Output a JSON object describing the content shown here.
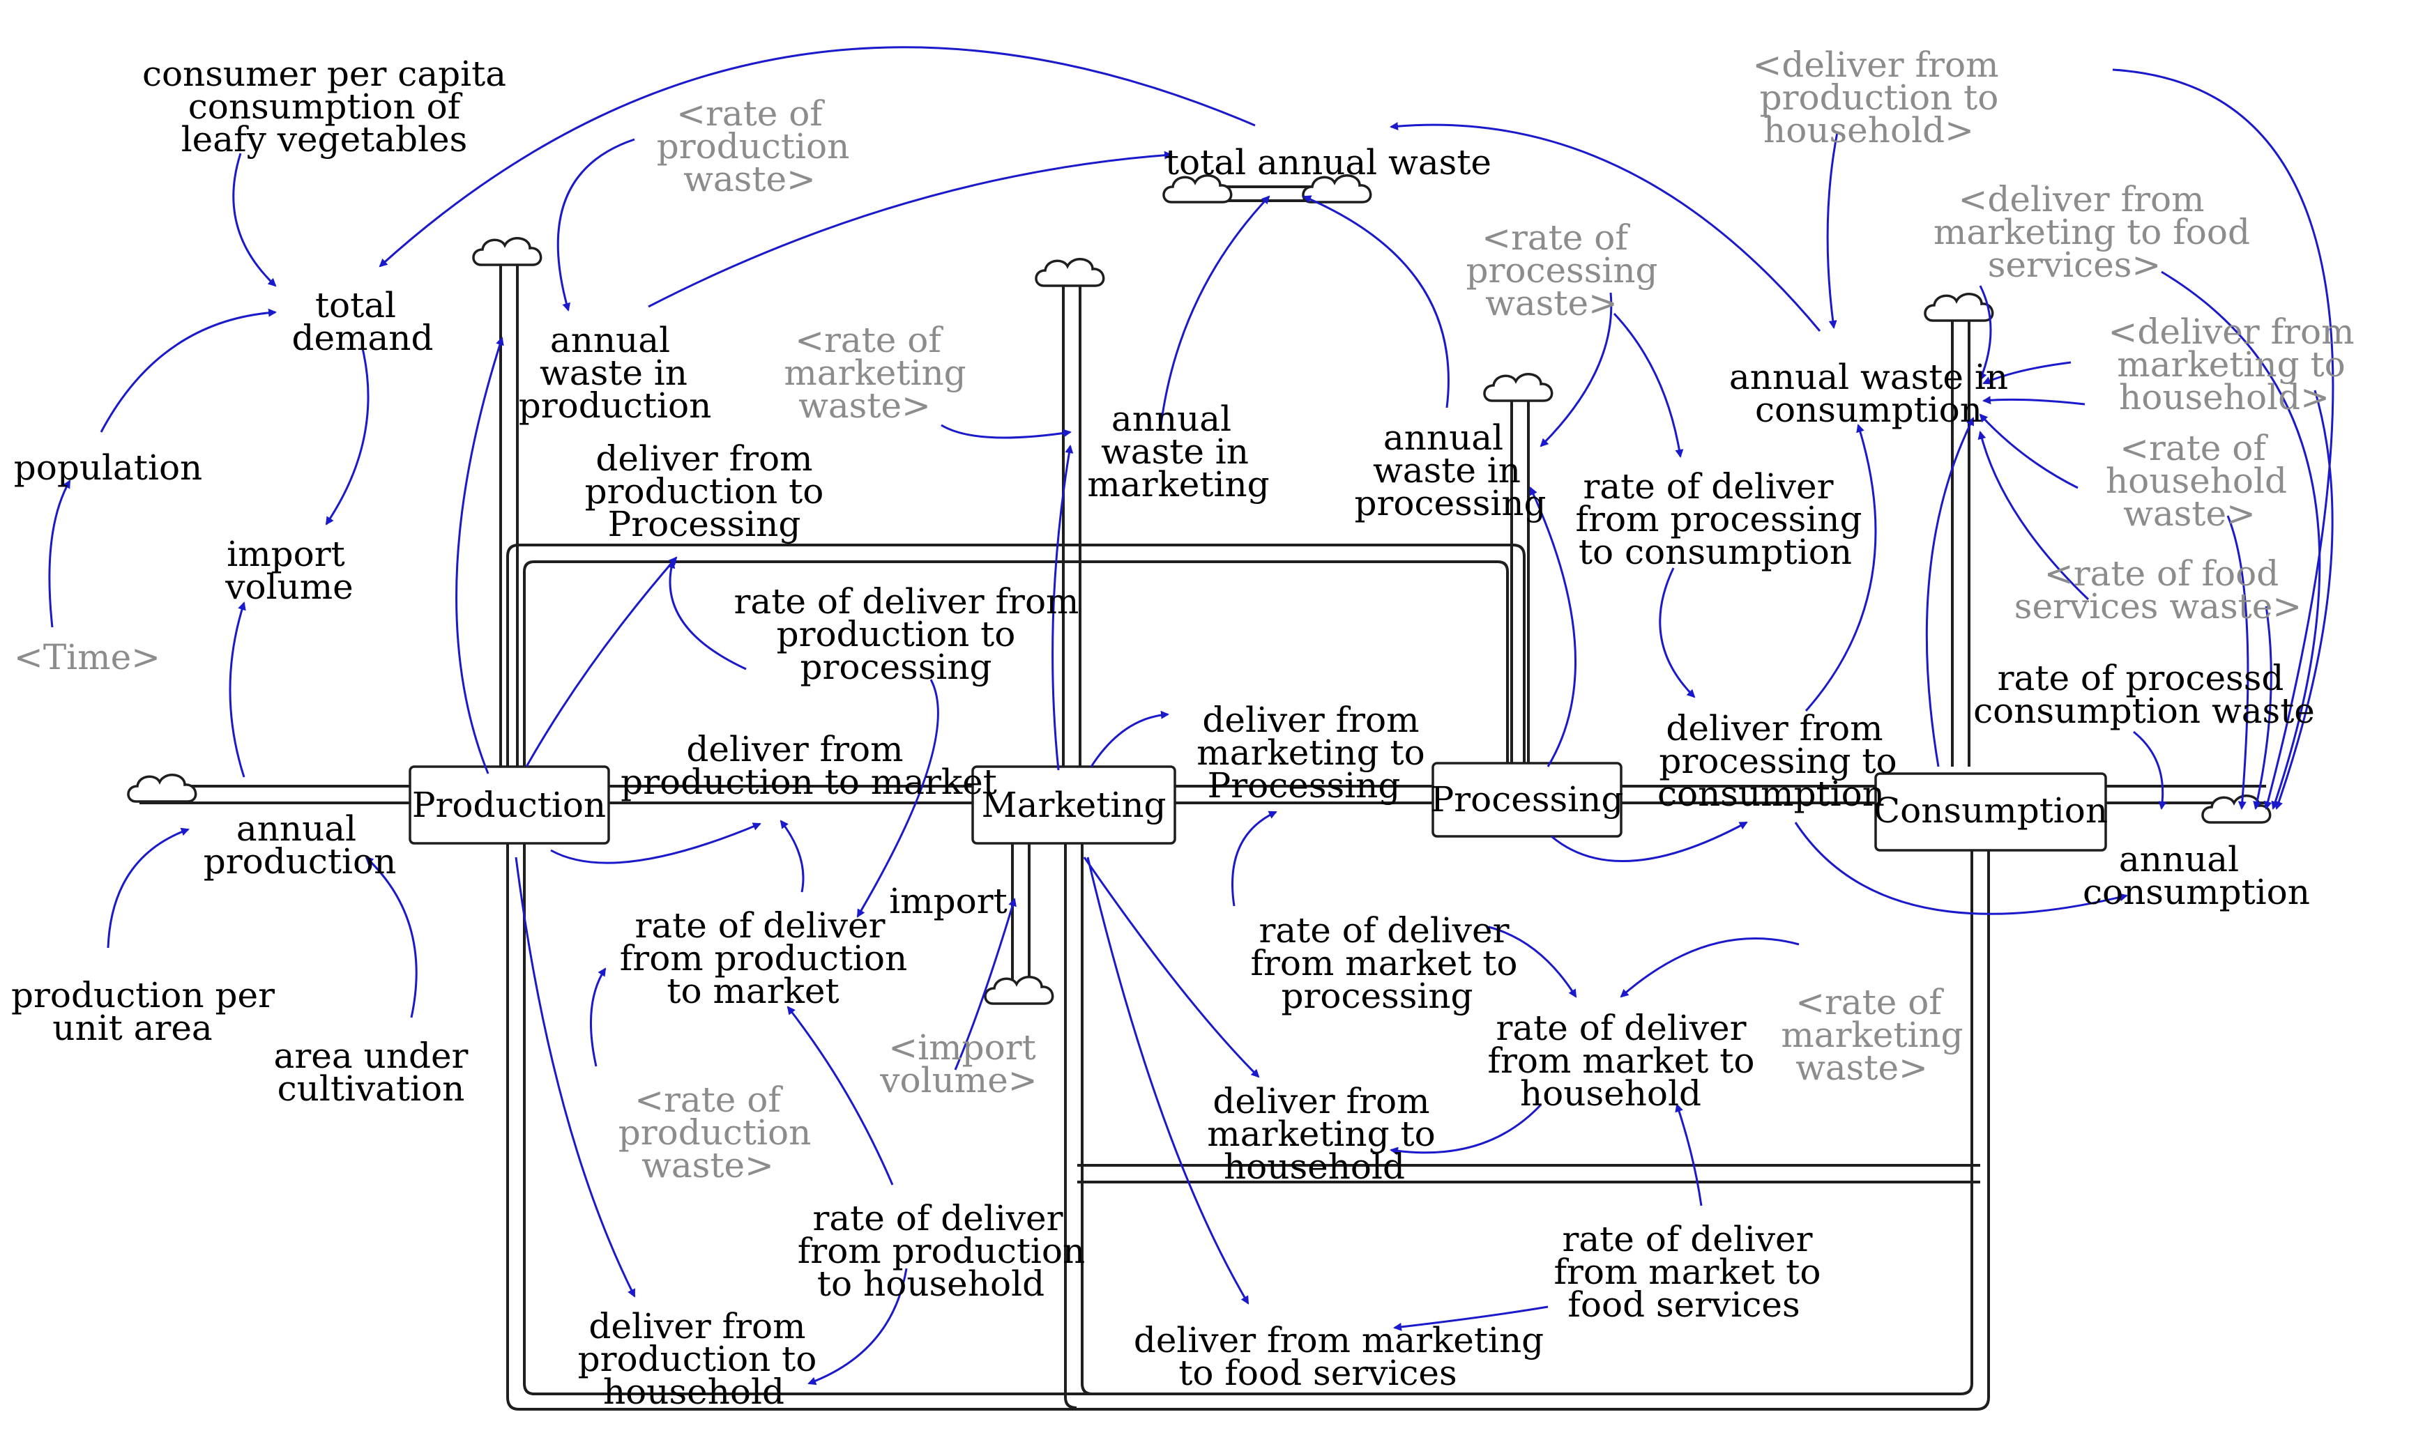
{
  "colors": {
    "link": "#1a1acc",
    "text": "#000000",
    "shadow_text": "#8c8c8c",
    "pipe": "#1e1e1e",
    "background": "#ffffff"
  },
  "stocks": {
    "production": "Production",
    "marketing": "Marketing",
    "processing": "Processing",
    "consumption": "Consumption"
  },
  "variables": {
    "consumer_per_capita": [
      "consumer per capita",
      "consumption of",
      "leafy vegetables"
    ],
    "total_demand": [
      "total",
      "demand"
    ],
    "population": [
      "population"
    ],
    "import_volume": [
      "import",
      "volume"
    ],
    "annual_production": [
      "annual",
      "production"
    ],
    "production_per_unit_area": [
      "production per",
      "unit area"
    ],
    "area_under_cultivation": [
      "area under",
      "cultivation"
    ],
    "total_annual_waste": [
      "total annual waste"
    ],
    "annual_waste_in_production": [
      "annual",
      "waste in",
      "production"
    ],
    "annual_waste_in_marketing": [
      "annual",
      "waste in",
      "marketing"
    ],
    "annual_waste_in_processing": [
      "annual",
      "waste in",
      "processing"
    ],
    "annual_waste_in_consumption": [
      "annual waste in",
      "consumption"
    ],
    "deliver_from_production_to_processing": [
      "deliver from",
      "production to",
      "Processing"
    ],
    "rate_of_deliver_from_production_to_processing": [
      "rate of deliver from",
      "production to",
      "processing"
    ],
    "deliver_from_production_to_market": [
      "deliver from",
      "production to market"
    ],
    "deliver_from_marketing_to_processing": [
      "deliver from",
      "marketing to",
      "Processing"
    ],
    "rate_of_deliver_from_processing_to_consumption": [
      "rate of deliver",
      "from processing",
      "to consumption"
    ],
    "deliver_from_processing_to_consumption": [
      "deliver from",
      "processing to",
      "consumption"
    ],
    "rate_of_processd_consumption_waste": [
      "rate of processd",
      "consumption waste"
    ],
    "annual_consumption": [
      "annual",
      "consumption"
    ],
    "import": [
      "import"
    ],
    "rate_of_deliver_from_production_to_market": [
      "rate of deliver",
      "from production",
      "to market"
    ],
    "rate_of_deliver_from_market_to_processing": [
      "rate of deliver",
      "from market to",
      "processing"
    ],
    "rate_of_deliver_from_market_to_household": [
      "rate of deliver",
      "from market to",
      "household"
    ],
    "deliver_from_marketing_to_household": [
      "deliver from",
      "marketing to",
      "household"
    ],
    "rate_of_deliver_from_production_to_household": [
      "rate of deliver",
      "from production",
      "to household"
    ],
    "rate_of_deliver_from_market_to_food_services": [
      "rate of deliver",
      "from market to",
      "food services"
    ],
    "deliver_from_production_to_household": [
      "deliver from",
      "production to",
      "household"
    ],
    "deliver_from_marketing_to_food_services": [
      "deliver from marketing",
      "to food services"
    ]
  },
  "shadow_variables": {
    "rate_of_production_waste_top": [
      "<rate of",
      "production",
      "waste>"
    ],
    "rate_of_marketing_waste_top": [
      "<rate of",
      "marketing",
      "waste>"
    ],
    "rate_of_processing_waste": [
      "<rate of",
      "processing",
      "waste>"
    ],
    "deliver_from_production_to_household": [
      "<deliver from",
      "production to",
      "household>"
    ],
    "deliver_from_marketing_to_food_services": [
      "<deliver from",
      "marketing to food",
      "services>"
    ],
    "deliver_from_marketing_to_household": [
      "<deliver from",
      "marketing to",
      "household>"
    ],
    "rate_of_household_waste": [
      "<rate of",
      "household",
      "waste>"
    ],
    "rate_of_food_services_waste": [
      "<rate of food",
      "services waste>"
    ],
    "time": [
      "<Time>"
    ],
    "import_volume": [
      "<import",
      "volume>"
    ],
    "rate_of_production_waste_bottom": [
      "<rate of",
      "production",
      "waste>"
    ],
    "rate_of_marketing_waste_right": [
      "<rate of",
      "marketing",
      "waste>"
    ]
  }
}
